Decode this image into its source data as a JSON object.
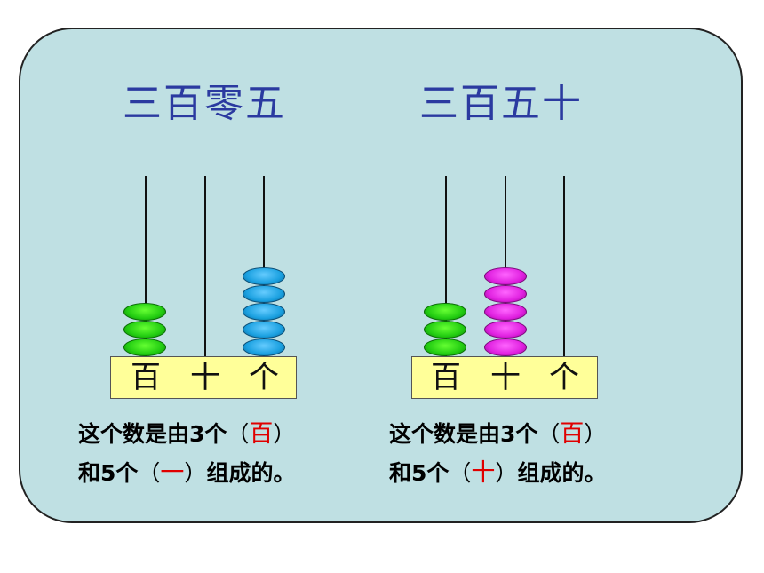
{
  "abacus_left": {
    "title": "三百零五",
    "places": [
      "百",
      "十",
      "个"
    ],
    "beads": {
      "hundreds": 3,
      "tens": 0,
      "ones": 5
    },
    "bead_colors": {
      "hundreds": "green",
      "tens": "none",
      "ones": "blue"
    },
    "caption": {
      "line1_pre": "这个数是由3个",
      "line1_open": "（",
      "line1_answer": "百",
      "line1_close": "）",
      "line2_pre": "和5个",
      "line2_open": "（",
      "line2_answer": "一",
      "line2_close": "）",
      "line2_post": "组成的。"
    }
  },
  "abacus_right": {
    "title": "三百五十",
    "places": [
      "百",
      "十",
      "个"
    ],
    "beads": {
      "hundreds": 3,
      "tens": 5,
      "ones": 0
    },
    "bead_colors": {
      "hundreds": "green",
      "tens": "magenta",
      "ones": "none"
    },
    "caption": {
      "line1_pre": "这个数是由3个",
      "line1_open": "（",
      "line1_answer": "百",
      "line1_close": "）",
      "line2_pre": "和5个",
      "line2_open": "（",
      "line2_answer": "十",
      "line2_close": "）",
      "line2_post": "组成的。"
    }
  },
  "colors": {
    "panel_bg": "#bfe0e3",
    "title": "#2b3aa0",
    "answer": "#e00000",
    "base": "#ffff99"
  }
}
